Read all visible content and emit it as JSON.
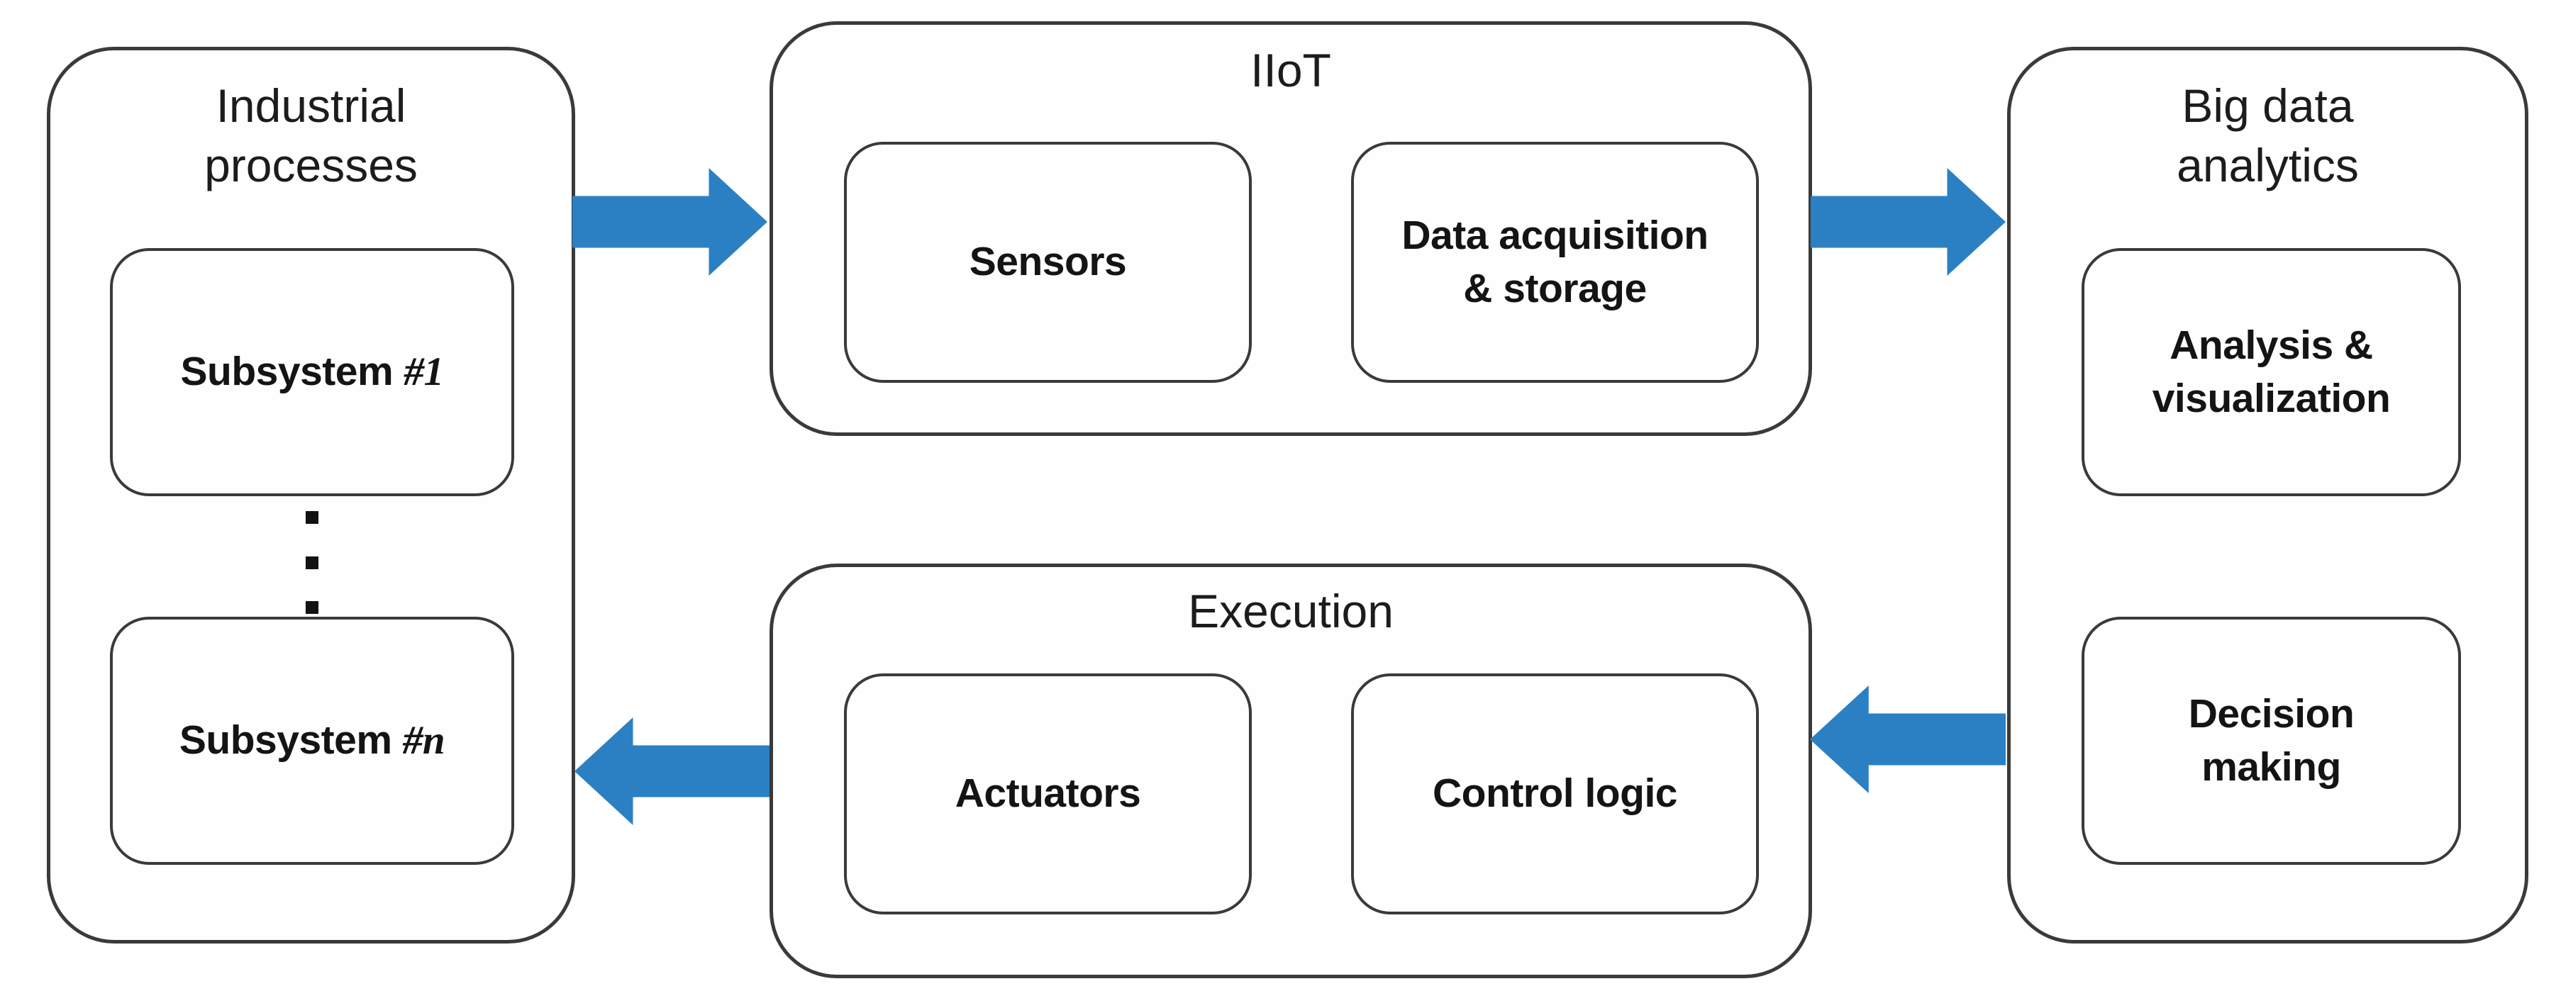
{
  "colors": {
    "arrow": "#2b80c3",
    "container_border": "#3a3a3a",
    "box_border": "#3a3a3a",
    "text": "#1c1c1c"
  },
  "containers": {
    "industrial": {
      "title_lines": [
        "Industrial",
        "processes"
      ]
    },
    "iiot": {
      "title_lines": [
        "IIoT"
      ]
    },
    "execution": {
      "title_lines": [
        "Execution"
      ]
    },
    "bigdata": {
      "title_lines": [
        "Big data",
        "analytics"
      ]
    }
  },
  "boxes": {
    "subsystem_1": {
      "prefix": "Subsystem ",
      "suffix": "#1"
    },
    "subsystem_n": {
      "prefix": "Subsystem ",
      "suffix": "#n"
    },
    "sensors": {
      "lines": [
        "Sensors"
      ]
    },
    "data_acquisition": {
      "lines": [
        "Data acquisition",
        "& storage"
      ]
    },
    "actuators": {
      "lines": [
        "Actuators"
      ]
    },
    "control_logic": {
      "lines": [
        "Control logic"
      ]
    },
    "analysis": {
      "lines": [
        "Analysis &",
        "visualization"
      ]
    },
    "decision": {
      "lines": [
        "Decision",
        "making"
      ]
    }
  },
  "icons": {
    "ellipsis": "vertical-ellipsis"
  }
}
